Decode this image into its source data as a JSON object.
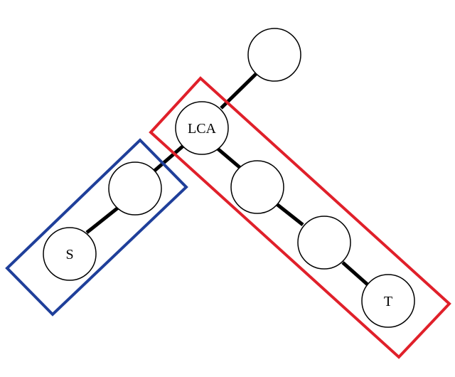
{
  "colors": {
    "red_group": "#e0202a",
    "blue_group": "#1f3f9a",
    "edge": "#000000",
    "node_fill": "#ffffff",
    "node_stroke": "#000000"
  },
  "nodes": {
    "root": {
      "label": ""
    },
    "lca": {
      "label": "LCA"
    },
    "left_mid": {
      "label": ""
    },
    "s": {
      "label": "S"
    },
    "right_mid1": {
      "label": ""
    },
    "right_mid2": {
      "label": ""
    },
    "t": {
      "label": "T"
    }
  }
}
